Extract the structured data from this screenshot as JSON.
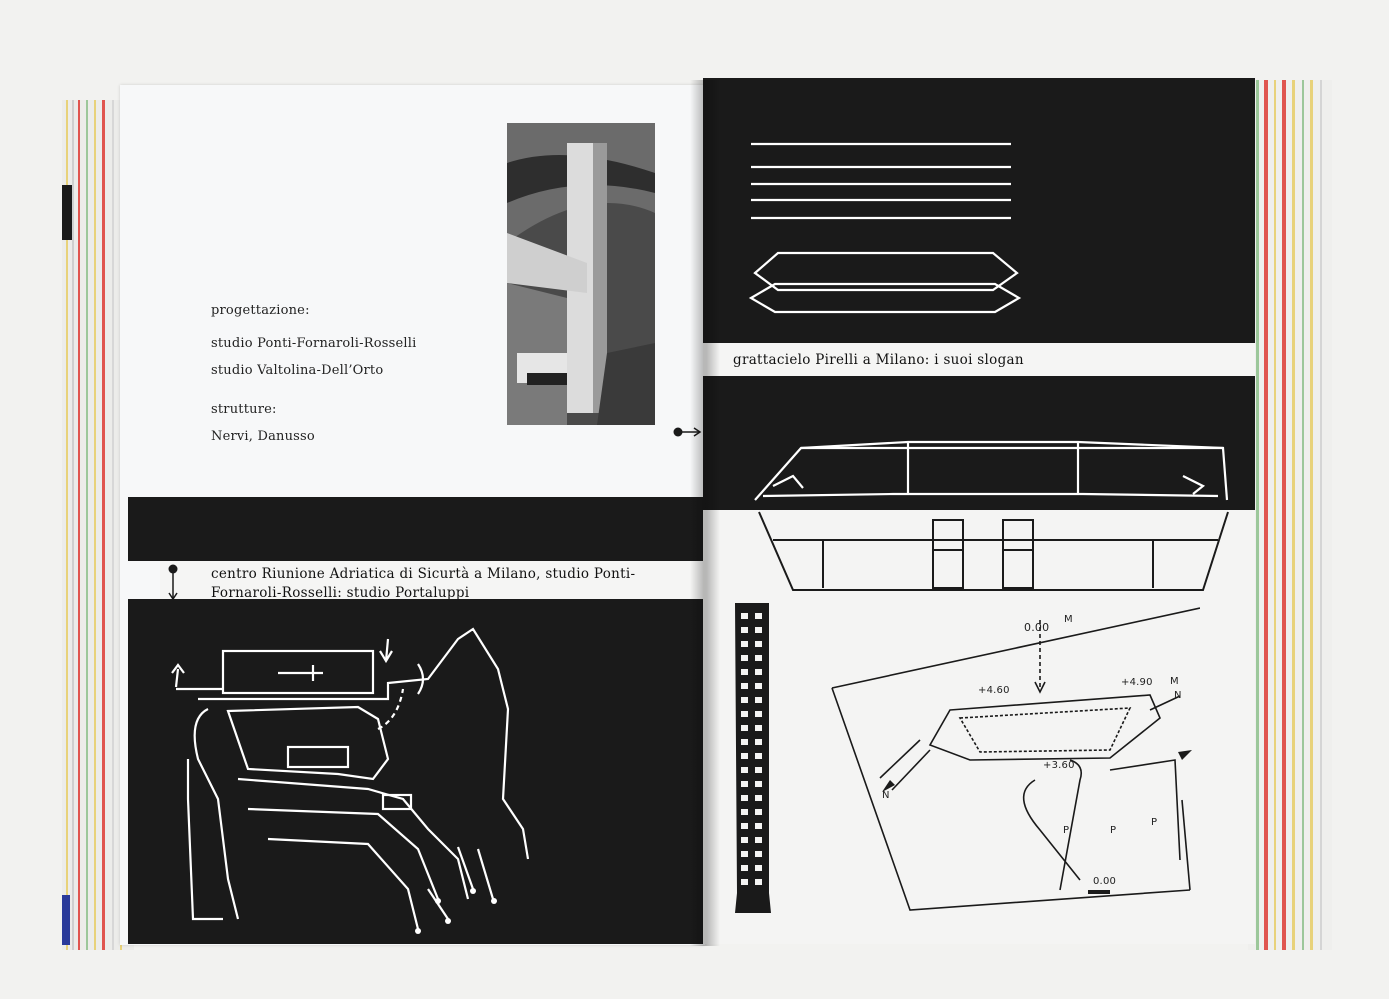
{
  "left_page": {
    "credits": {
      "design_label": "progettazione:",
      "design_studio_1": "studio Ponti-Fornaroli-Rosselli",
      "design_studio_2": "studio Valtolina-Dell’Orto",
      "structures_label": "strutture:",
      "structures_names": "Nervi, Danusso"
    },
    "caption_line1": "centro Riunione Adriatica di Sicurtà a Milano, studio Ponti-",
    "caption_line2": "Fornaroli-Rosselli: studio Portaluppi"
  },
  "right_page": {
    "caption": "grattacielo Pirelli a Milano: i suoi slogan",
    "plan_labels": {
      "level_zero_top": "0.00",
      "level_zero_bottom": "0.00",
      "level_left": "+4.60",
      "level_right": "+4.90",
      "level_center": "+3.60",
      "mark_m_top": "M",
      "mark_m_right": "M",
      "mark_n_right": "N",
      "mark_n_left": "N",
      "mark_p1": "P",
      "mark_p2": "P",
      "mark_p3": "P"
    }
  },
  "colors": {
    "page_edge_red": "#e0554f",
    "page_edge_yellow": "#e8d27a",
    "page_edge_green": "#9cc79a",
    "ink": "#1a1a1a"
  }
}
